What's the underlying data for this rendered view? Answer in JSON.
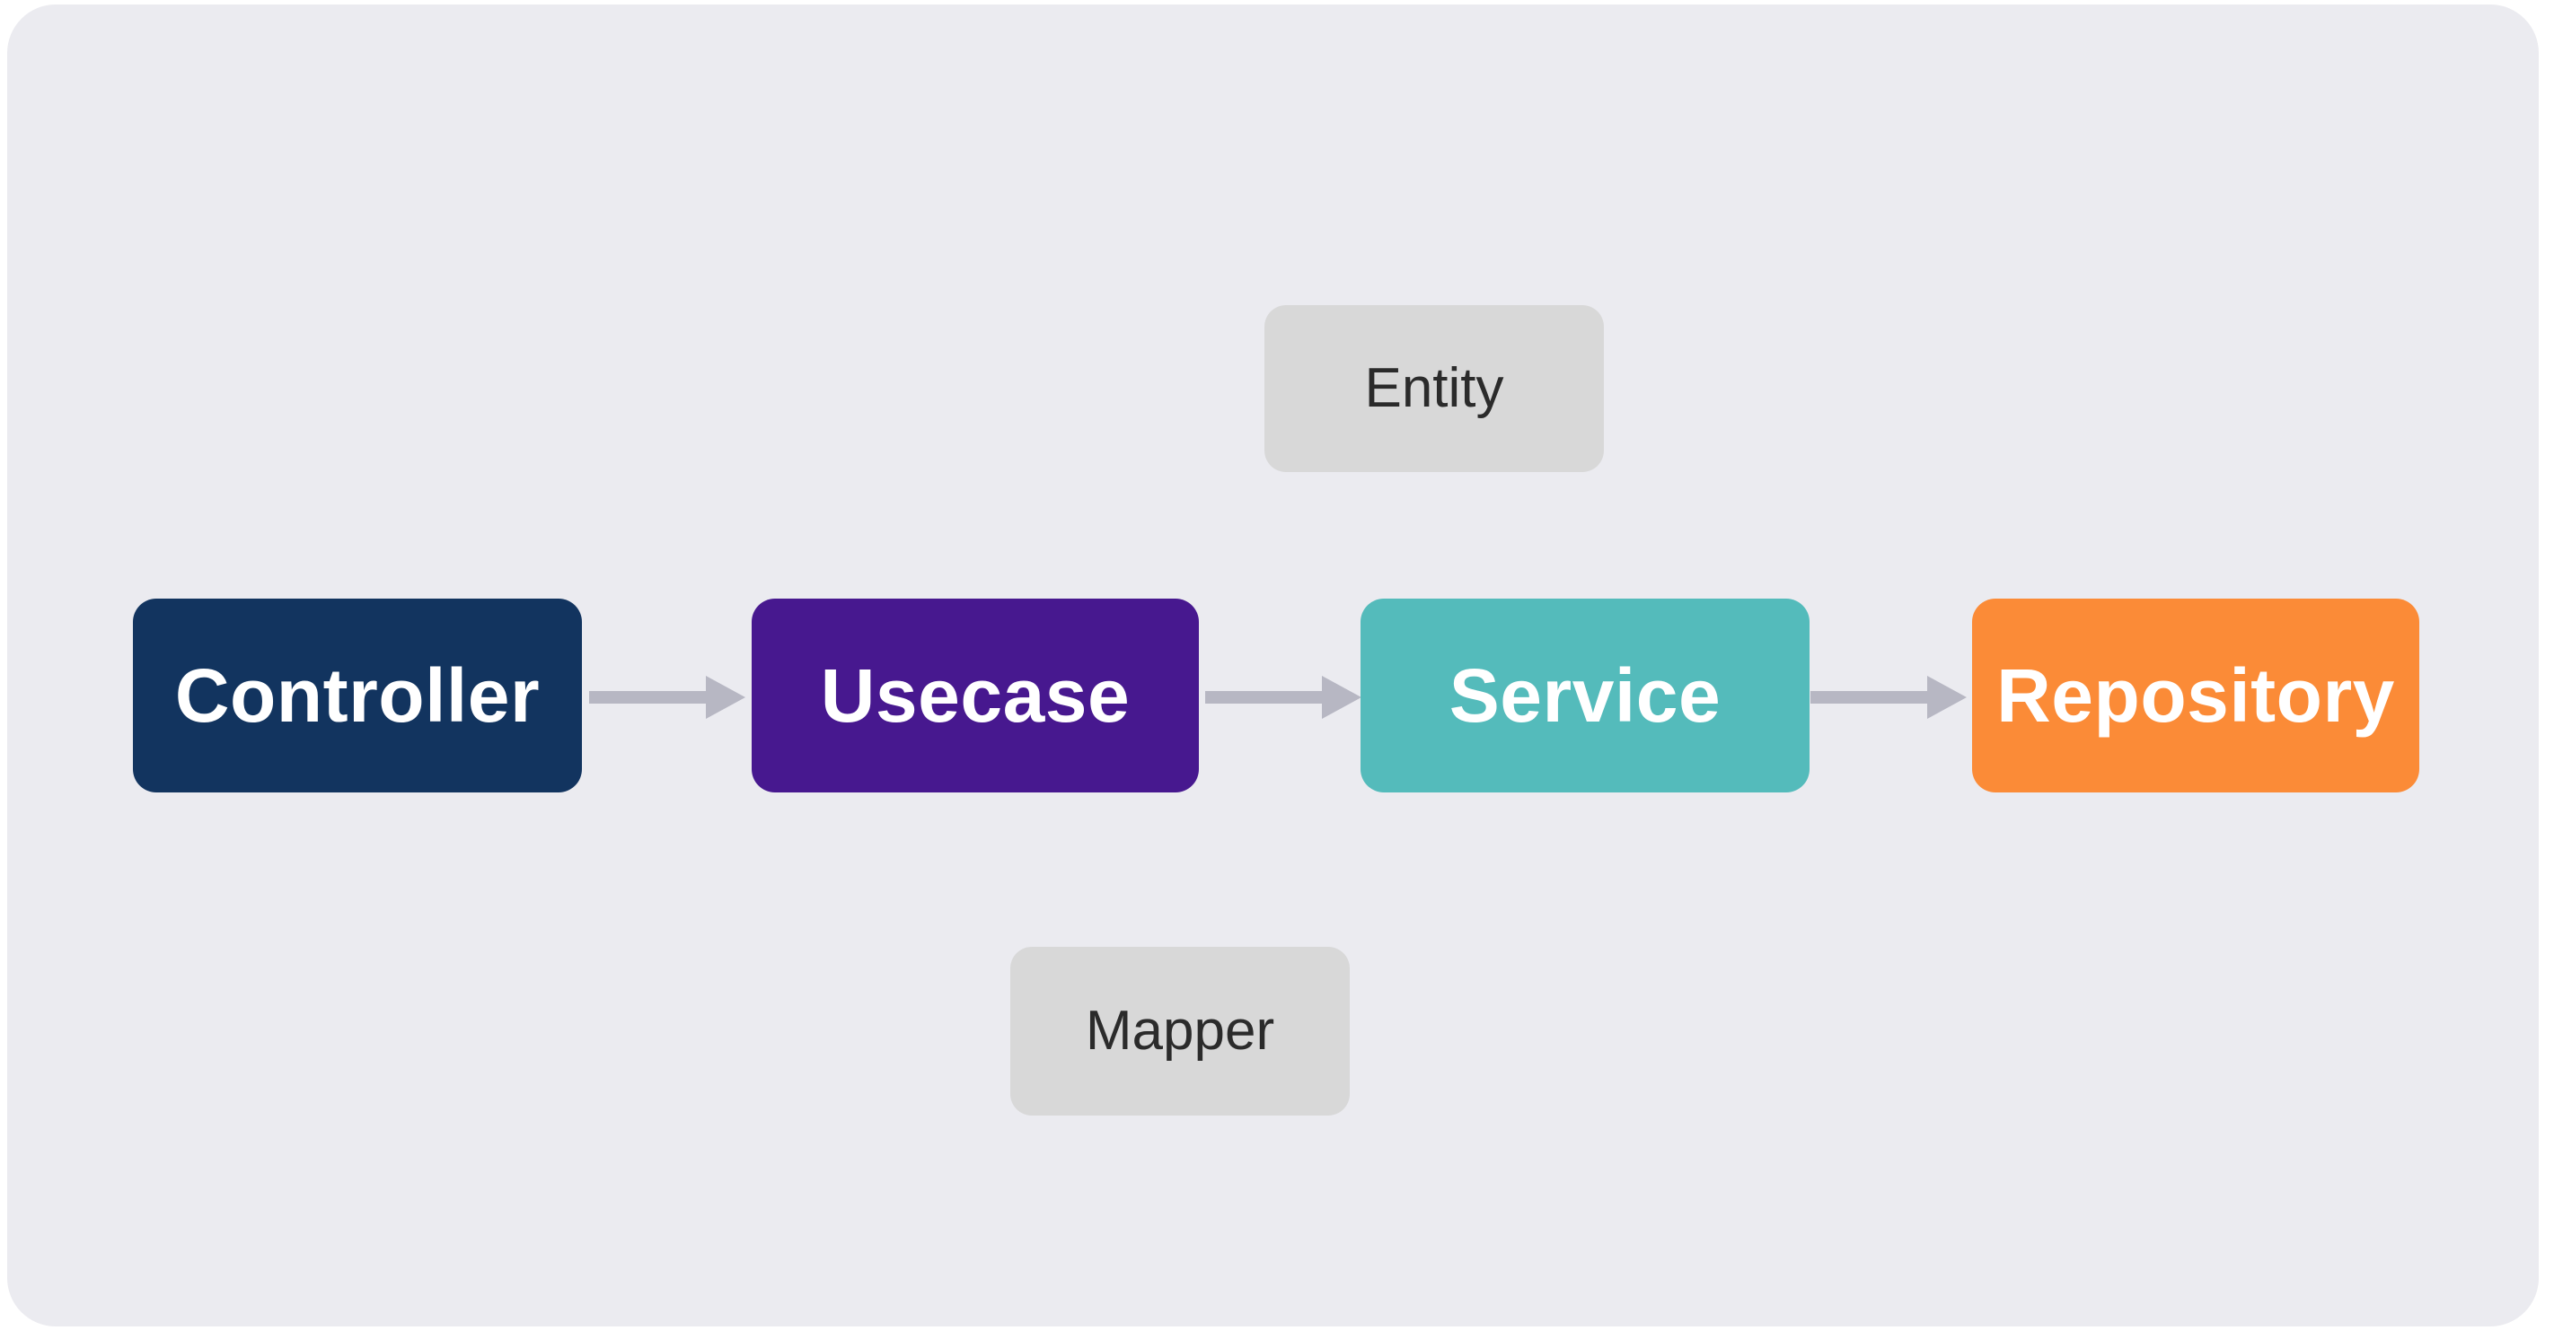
{
  "canvas": {
    "page_background": "#FFFFFF",
    "card_background": "#EBEBF0"
  },
  "colors": {
    "arrow": "#B7B7C3",
    "controller": "#12345F",
    "usecase": "#47188F",
    "service": "#54BBBB",
    "repository": "#FB8B37",
    "aux_node": "#D8D8D8",
    "dark_text": "#2B2B2B",
    "light_text": "#FFFFFF"
  },
  "diagram": {
    "flow_nodes": [
      {
        "label": "Controller",
        "color": "#12345F",
        "text_color": "#FFFFFF"
      },
      {
        "label": "Usecase",
        "color": "#47188F",
        "text_color": "#FFFFFF"
      },
      {
        "label": "Service",
        "color": "#54BBBB",
        "text_color": "#FFFFFF"
      },
      {
        "label": "Repository",
        "color": "#FB8B37",
        "text_color": "#FFFFFF"
      }
    ],
    "aux_nodes": [
      {
        "label": "Entity",
        "color": "#D8D8D8",
        "text_color": "#2B2B2B"
      },
      {
        "label": "Mapper",
        "color": "#D8D8D8",
        "text_color": "#2B2B2B"
      }
    ],
    "edges": [
      {
        "from": "Controller",
        "to": "Usecase"
      },
      {
        "from": "Usecase",
        "to": "Service"
      },
      {
        "from": "Service",
        "to": "Repository"
      }
    ]
  }
}
